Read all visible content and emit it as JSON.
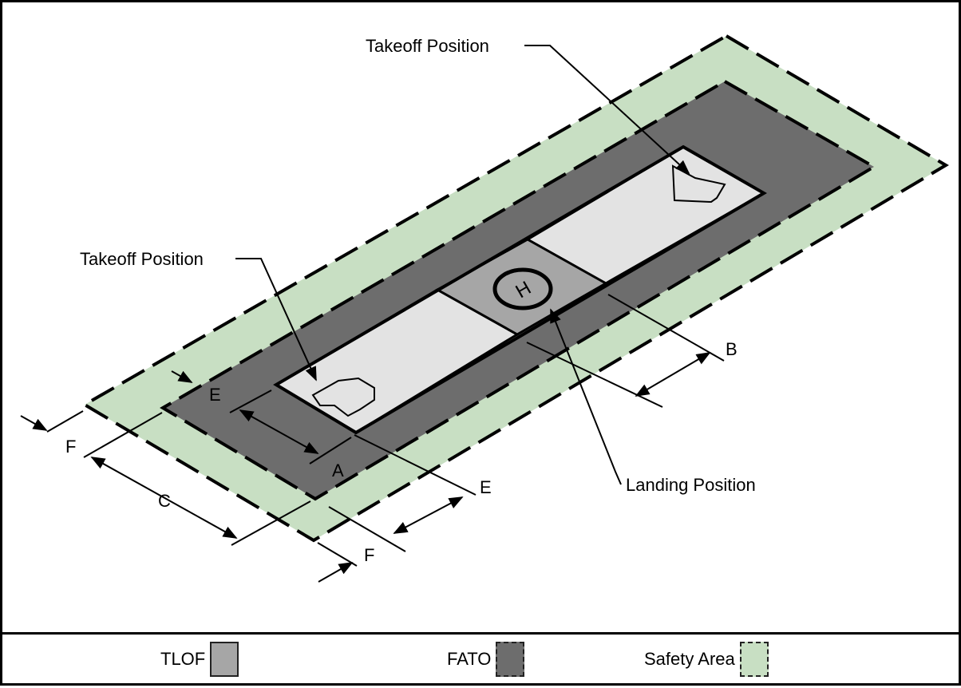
{
  "labels": {
    "takeoff_top": "Takeoff Position",
    "takeoff_left": "Takeoff Position",
    "landing": "Landing Position",
    "dim_a": "A",
    "dim_b": "B",
    "dim_c": "C",
    "dim_e_upper": "E",
    "dim_e_lower": "E",
    "dim_f_left": "F",
    "dim_f_lower": "F",
    "heli_mark": "H"
  },
  "legend": {
    "tlof": {
      "label": "TLOF",
      "color": "#a6a6a6"
    },
    "fato": {
      "label": "FATO",
      "color": "#6d6d6d"
    },
    "safety": {
      "label": "Safety Area",
      "color": "#c8dfc3"
    }
  },
  "colors": {
    "safety_area": "#c8dfc3",
    "fato": "#6d6d6d",
    "tlof": "#a6a6a6",
    "takeoff_pad": "#e3e3e3",
    "line": "#000000"
  }
}
